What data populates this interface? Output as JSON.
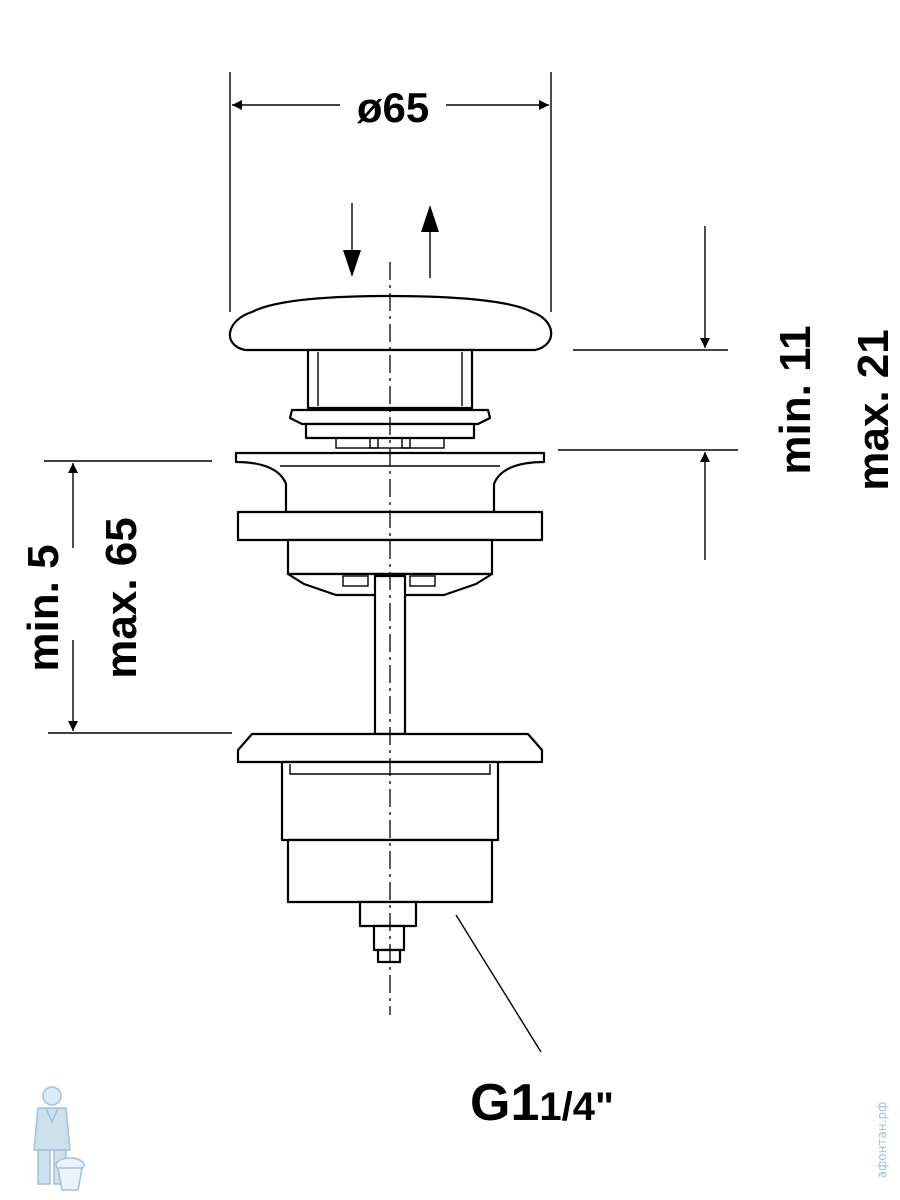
{
  "dimensions": {
    "diameter": "ø65",
    "stroke_min": "min. 11",
    "stroke_max": "max. 21",
    "clamp_min": "min. 5",
    "clamp_max": "max. 65",
    "thread_main": "G1",
    "thread_sub": "1/4\""
  },
  "watermark": {
    "text": "афонтан.рф"
  },
  "colors": {
    "line": "#000000",
    "background": "#ffffff",
    "watermark": "#9cc0dd"
  }
}
